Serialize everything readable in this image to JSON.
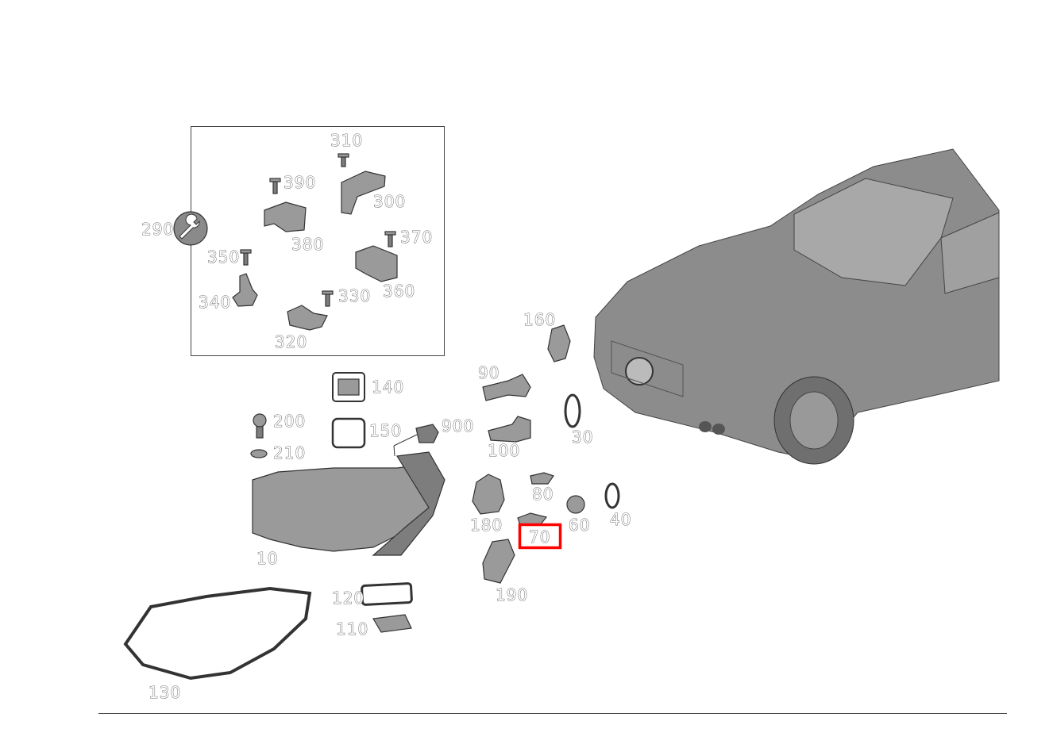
{
  "diagram": {
    "labels": [
      "310",
      "390",
      "300",
      "370",
      "290",
      "380",
      "350",
      "360",
      "340",
      "330",
      "320",
      "160",
      "140",
      "90",
      "200",
      "900",
      "150",
      "30",
      "100",
      "210",
      "80",
      "40",
      "60",
      "180",
      "70",
      "10",
      "190",
      "120",
      "110",
      "130"
    ],
    "highlighted_label": "70",
    "highlight_color": "#ff0000",
    "tool_icon": "wrench-icon"
  }
}
